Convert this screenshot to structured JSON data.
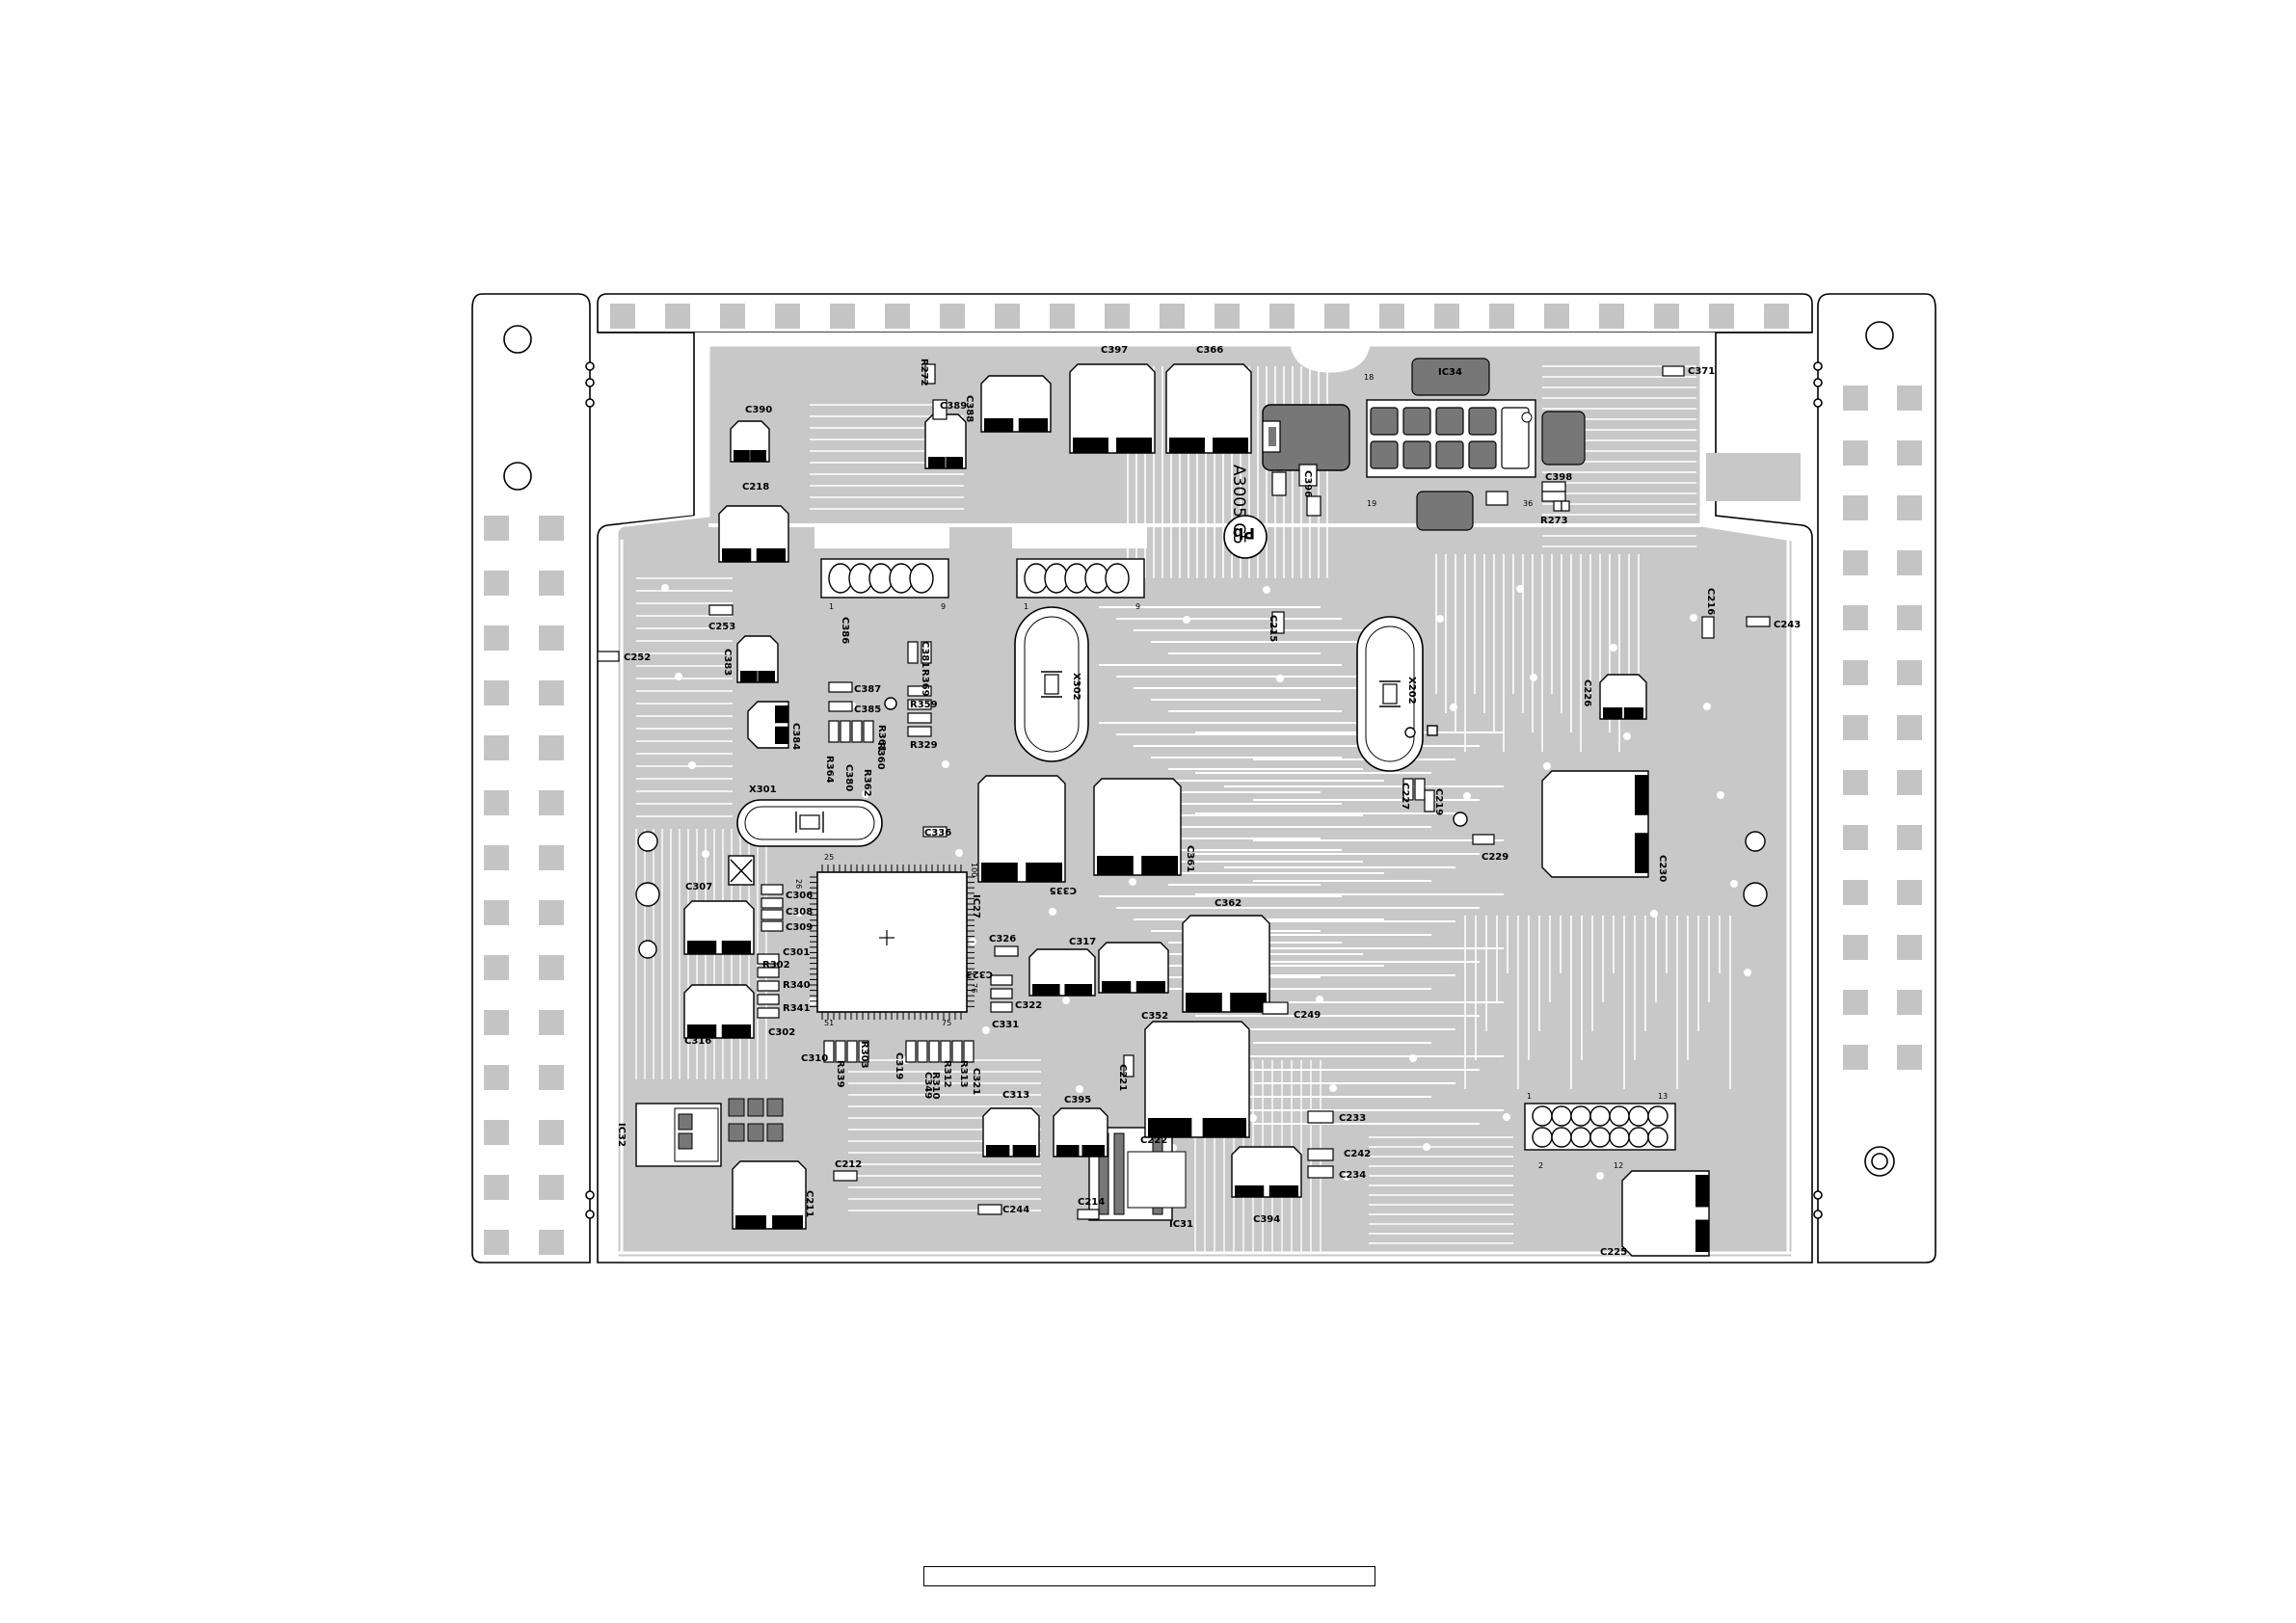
{
  "board": {
    "mirrored_marking": "A3005 C5",
    "pb_mark": "Pb",
    "ic_labels": {
      "ic27": "IC27",
      "ic31": "IC31",
      "ic32": "IC32",
      "ic34": "IC34"
    },
    "crystal_labels": {
      "x301": "X301",
      "x302": "X302",
      "x202": "X202"
    },
    "pin_markers": {
      "p1a": "1",
      "p9a": "9",
      "p1b": "1",
      "p9b": "9",
      "p25": "25",
      "p51": "51",
      "p76": "76",
      "p75": "75",
      "p100": "100",
      "p26": "26",
      "p18": "18",
      "p19": "19",
      "p36": "36",
      "p1c": "1",
      "p13": "13",
      "p2": "2",
      "p12": "12"
    },
    "capacitors": {
      "c390": "C390",
      "c218": "C218",
      "c253": "C253",
      "c252": "C252",
      "c383": "C383",
      "c384": "C384",
      "c388": "C388",
      "c389": "C389",
      "c397": "C397",
      "c366": "C366",
      "c371": "C371",
      "c398": "C398",
      "c386": "C386",
      "c387": "C387",
      "c385": "C385",
      "c381": "C381",
      "c380": "C380",
      "c336": "C336",
      "c335": "C335",
      "c361": "C361",
      "c307": "C307",
      "c306": "C306",
      "c308": "C308",
      "c309": "C309",
      "c301": "C301",
      "c316": "C316",
      "c302": "C302",
      "c326": "C326",
      "c323": "C323",
      "c322": "C322",
      "c331": "C331",
      "c317": "C317",
      "c352": "C352",
      "c362": "C362",
      "c249": "C249",
      "c310": "C310",
      "c319": "C319",
      "c349": "C349",
      "c321": "C321",
      "c313": "C313",
      "c395": "C395",
      "c221": "C221",
      "c222": "C222",
      "c233": "C233",
      "c242": "C242",
      "c234": "C234",
      "c212": "C212",
      "c211": "C211",
      "c244": "C244",
      "c214": "C214",
      "c394": "C394",
      "c225": "C225",
      "c215": "C215",
      "c216": "C216",
      "c243": "C243",
      "c226": "C226",
      "c227": "C227",
      "c219": "C219",
      "c229": "C229",
      "c230": "C230",
      "c396": "C396"
    },
    "resistors": {
      "r272": "R272",
      "r273": "R273",
      "r359": "R359",
      "r329": "R329",
      "r364": "R364",
      "r360": "R360",
      "r361": "R361",
      "r362": "R362",
      "r369": "R369",
      "r302": "R302",
      "r340": "R340",
      "r341": "R341",
      "r303": "R303",
      "r339": "R339",
      "r312": "R312",
      "r313": "R313",
      "r310": "R310"
    }
  }
}
